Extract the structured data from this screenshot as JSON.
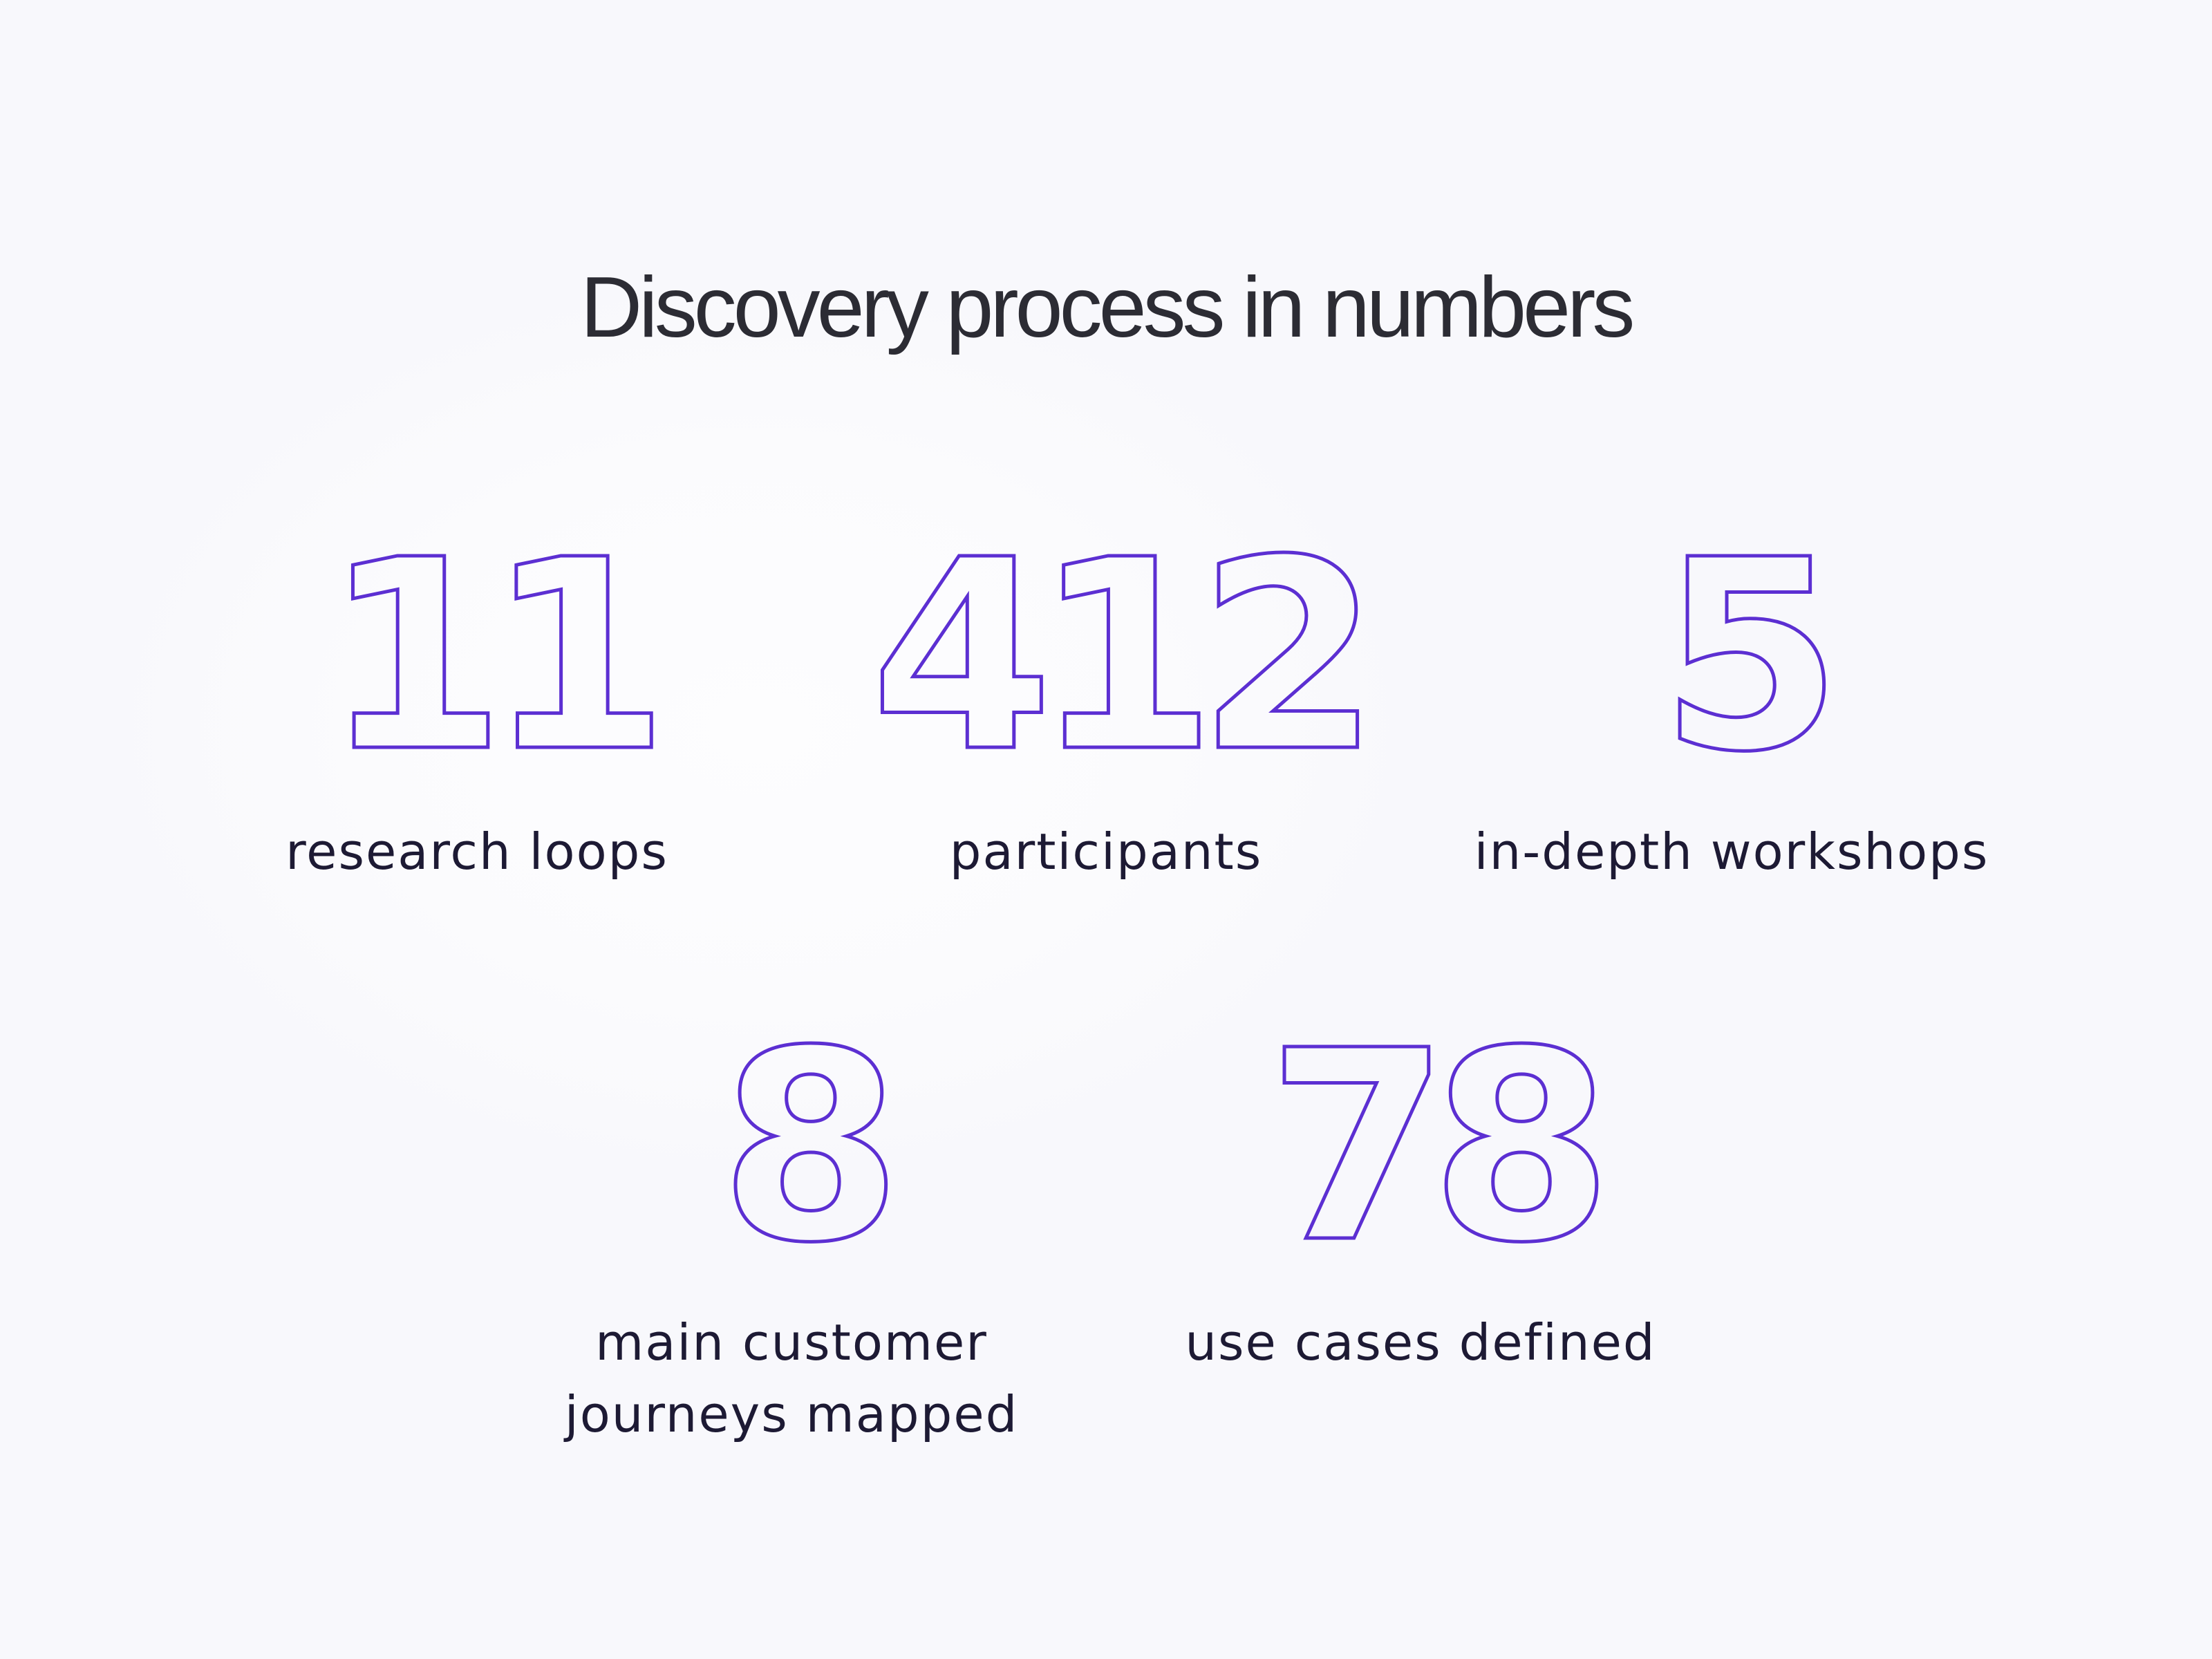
{
  "title": "Discovery process in numbers",
  "accent_color": "#5c2fd2",
  "text_color": "#1d1a34",
  "stats": [
    {
      "number": "11",
      "label": "research loops"
    },
    {
      "number": "412",
      "label": "participants"
    },
    {
      "number": "5",
      "label": "in-depth workshops"
    },
    {
      "number": "8",
      "label": "main customer journeys mapped"
    },
    {
      "number": "78",
      "label": "use cases defined"
    }
  ]
}
